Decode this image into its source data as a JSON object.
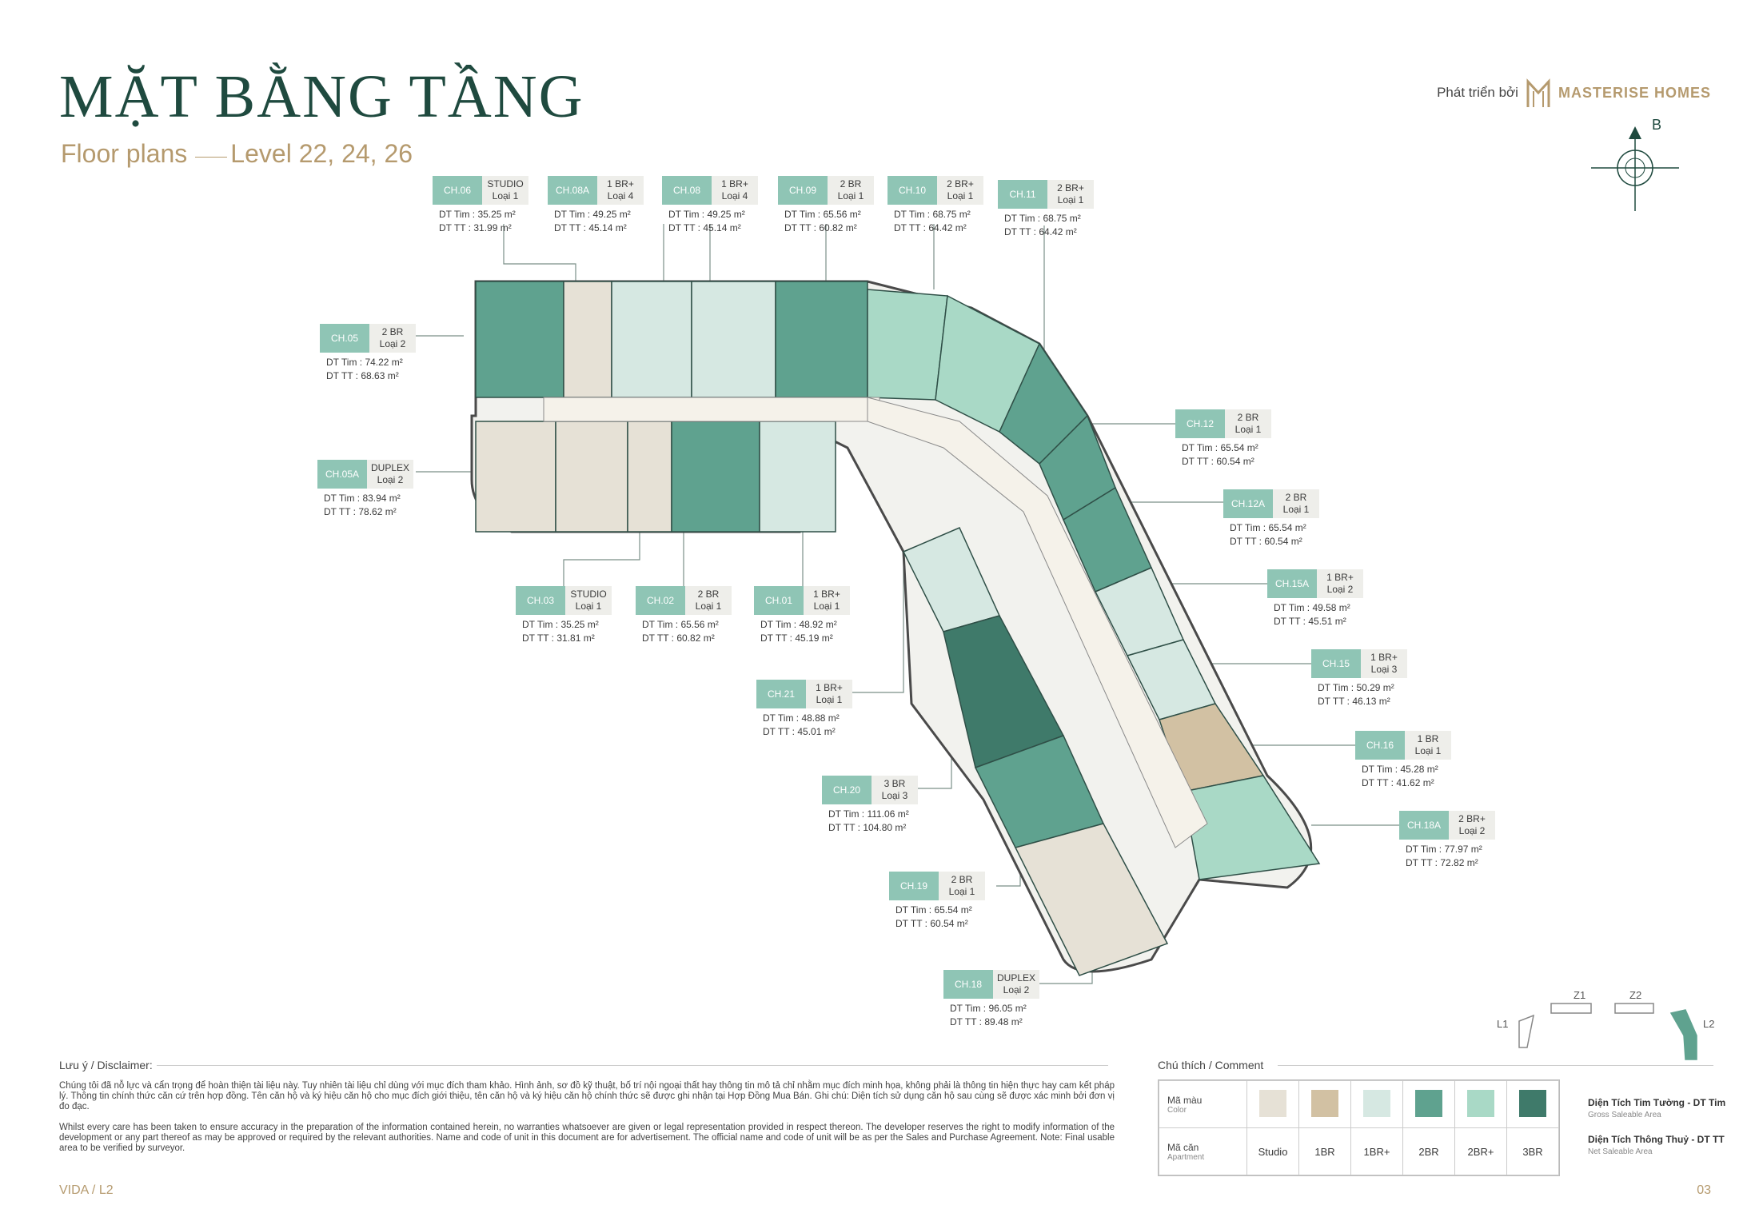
{
  "header": {
    "title": "MẶT BẰNG TẦNG",
    "subtitle_left": "Floor plans",
    "subtitle_right": "Level 22, 24, 26",
    "developer_prefix": "Phát triển bởi",
    "developer_brand": "MASTERISE HOMES"
  },
  "compass": {
    "north_label": "B"
  },
  "units": [
    {
      "code": "CH.06",
      "type": "STUDIO",
      "loai": "Loại 1",
      "tim": "DT Tim : 35.25 m²",
      "tt": "DT TT : 31.99 m²"
    },
    {
      "code": "CH.08A",
      "type": "1 BR+",
      "loai": "Loại 4",
      "tim": "DT Tim : 49.25 m²",
      "tt": "DT TT : 45.14 m²"
    },
    {
      "code": "CH.08",
      "type": "1 BR+",
      "loai": "Loại 4",
      "tim": "DT Tim : 49.25 m²",
      "tt": "DT TT : 45.14 m²"
    },
    {
      "code": "CH.09",
      "type": "2 BR",
      "loai": "Loại 1",
      "tim": "DT Tim : 65.56 m²",
      "tt": "DT TT : 60.82 m²"
    },
    {
      "code": "CH.10",
      "type": "2 BR+",
      "loai": "Loại 1",
      "tim": "DT Tim : 68.75 m²",
      "tt": "DT TT : 64.42 m²"
    },
    {
      "code": "CH.11",
      "type": "2 BR+",
      "loai": "Loại 1",
      "tim": "DT Tim : 68.75 m²",
      "tt": "DT TT : 64.42 m²"
    },
    {
      "code": "CH.05",
      "type": "2 BR",
      "loai": "Loại 2",
      "tim": "DT Tim : 74.22 m²",
      "tt": "DT TT : 68.63 m²"
    },
    {
      "code": "CH.05A",
      "type": "DUPLEX",
      "loai": "Loại 2",
      "tim": "DT Tim : 83.94 m²",
      "tt": "DT TT : 78.62 m²"
    },
    {
      "code": "CH.03",
      "type": "STUDIO",
      "loai": "Loại 1",
      "tim": "DT Tim : 35.25 m²",
      "tt": "DT TT : 31.81 m²"
    },
    {
      "code": "CH.02",
      "type": "2 BR",
      "loai": "Loại 1",
      "tim": "DT Tim : 65.56 m²",
      "tt": "DT TT : 60.82 m²"
    },
    {
      "code": "CH.01",
      "type": "1 BR+",
      "loai": "Loại 1",
      "tim": "DT Tim : 48.92 m²",
      "tt": "DT TT : 45.19 m²"
    },
    {
      "code": "CH.21",
      "type": "1 BR+",
      "loai": "Loại 1",
      "tim": "DT Tim : 48.88 m²",
      "tt": "DT TT : 45.01 m²"
    },
    {
      "code": "CH.20",
      "type": "3 BR",
      "loai": "Loại 3",
      "tim": "DT Tim : 111.06 m²",
      "tt": "DT TT : 104.80 m²"
    },
    {
      "code": "CH.19",
      "type": "2 BR",
      "loai": "Loại 1",
      "tim": "DT Tim : 65.54 m²",
      "tt": "DT TT : 60.54 m²"
    },
    {
      "code": "CH.18",
      "type": "DUPLEX",
      "loai": "Loại 2",
      "tim": "DT Tim : 96.05 m²",
      "tt": "DT TT : 89.48 m²"
    },
    {
      "code": "CH.12",
      "type": "2 BR",
      "loai": "Loại 1",
      "tim": "DT Tim : 65.54 m²",
      "tt": "DT TT : 60.54 m²"
    },
    {
      "code": "CH.12A",
      "type": "2 BR",
      "loai": "Loại 1",
      "tim": "DT Tim : 65.54 m²",
      "tt": "DT TT : 60.54 m²"
    },
    {
      "code": "CH.15A",
      "type": "1 BR+",
      "loai": "Loại 2",
      "tim": "DT Tim : 49.58 m²",
      "tt": "DT TT : 45.51 m²"
    },
    {
      "code": "CH.15",
      "type": "1 BR+",
      "loai": "Loại 3",
      "tim": "DT Tim : 50.29 m²",
      "tt": "DT TT : 46.13 m²"
    },
    {
      "code": "CH.16",
      "type": "1 BR",
      "loai": "Loại 1",
      "tim": "DT Tim : 45.28 m²",
      "tt": "DT TT : 41.62 m²"
    },
    {
      "code": "CH.18A",
      "type": "2 BR+",
      "loai": "Loại 2",
      "tim": "DT Tim : 77.97 m²",
      "tt": "DT TT : 72.82 m²"
    }
  ],
  "keymap": {
    "labels": [
      "L1",
      "Z1",
      "Z2",
      "L2"
    ]
  },
  "disclaimer": {
    "heading": "Lưu ý / Disclaimer:",
    "vi": "Chúng tôi đã nỗ lực và cẩn trọng để hoàn thiện tài liệu này. Tuy nhiên tài liệu chỉ dùng với mục đích tham khảo. Hình ảnh, sơ đồ kỹ thuật, bố trí nội ngoại thất hay thông tin mô tả chỉ nhằm mục đích minh họa, không phải là thông tin hiện thực hay cam kết pháp lý. Thông tin chính thức căn cứ trên hợp đồng. Tên căn hộ và ký hiệu căn hộ cho mục đích giới thiệu, tên căn hộ và ký hiệu căn hộ chính thức sẽ được ghi nhận tại Hợp Đồng Mua Bán. Ghi chú: Diện tích sử dụng căn hộ sau cùng sẽ được xác minh bởi đơn vị đo đạc.",
    "en": "Whilst every care has been taken to ensure accuracy in the preparation of the information contained herein, no warranties whatsoever are given or legal representation provided in respect thereon. The developer reserves the right to modify information of the development or any part thereof as may be approved or required by the relevant authorities. Name and code of unit in this document are for advertisement. The official name and code of unit will be as per the Sales and Purchase Agreement. Note: Final usable area to be verified by surveyor."
  },
  "legend": {
    "heading": "Chú thích / Comment",
    "color_label": "Mã màu",
    "color_label_en": "Color",
    "apt_label": "Mã căn",
    "apt_label_en": "Apartment",
    "items": [
      {
        "name": "Studio",
        "color": "#e6e1d6"
      },
      {
        "name": "1BR",
        "color": "#d2c1a3"
      },
      {
        "name": "1BR+",
        "color": "#d6e8e2"
      },
      {
        "name": "2BR",
        "color": "#5fa28f"
      },
      {
        "name": "2BR+",
        "color": "#a9d9c6"
      },
      {
        "name": "3BR",
        "color": "#3f7a6a"
      }
    ],
    "def1": "Diện Tích Tim Tường - DT Tim",
    "def1_en": "Gross Saleable Area",
    "def2": "Diện Tích Thông Thuỷ - DT TT",
    "def2_en": "Net Saleable Area"
  },
  "footer": {
    "project": "VIDA",
    "sep": "/",
    "code": "L2",
    "page": "03"
  }
}
